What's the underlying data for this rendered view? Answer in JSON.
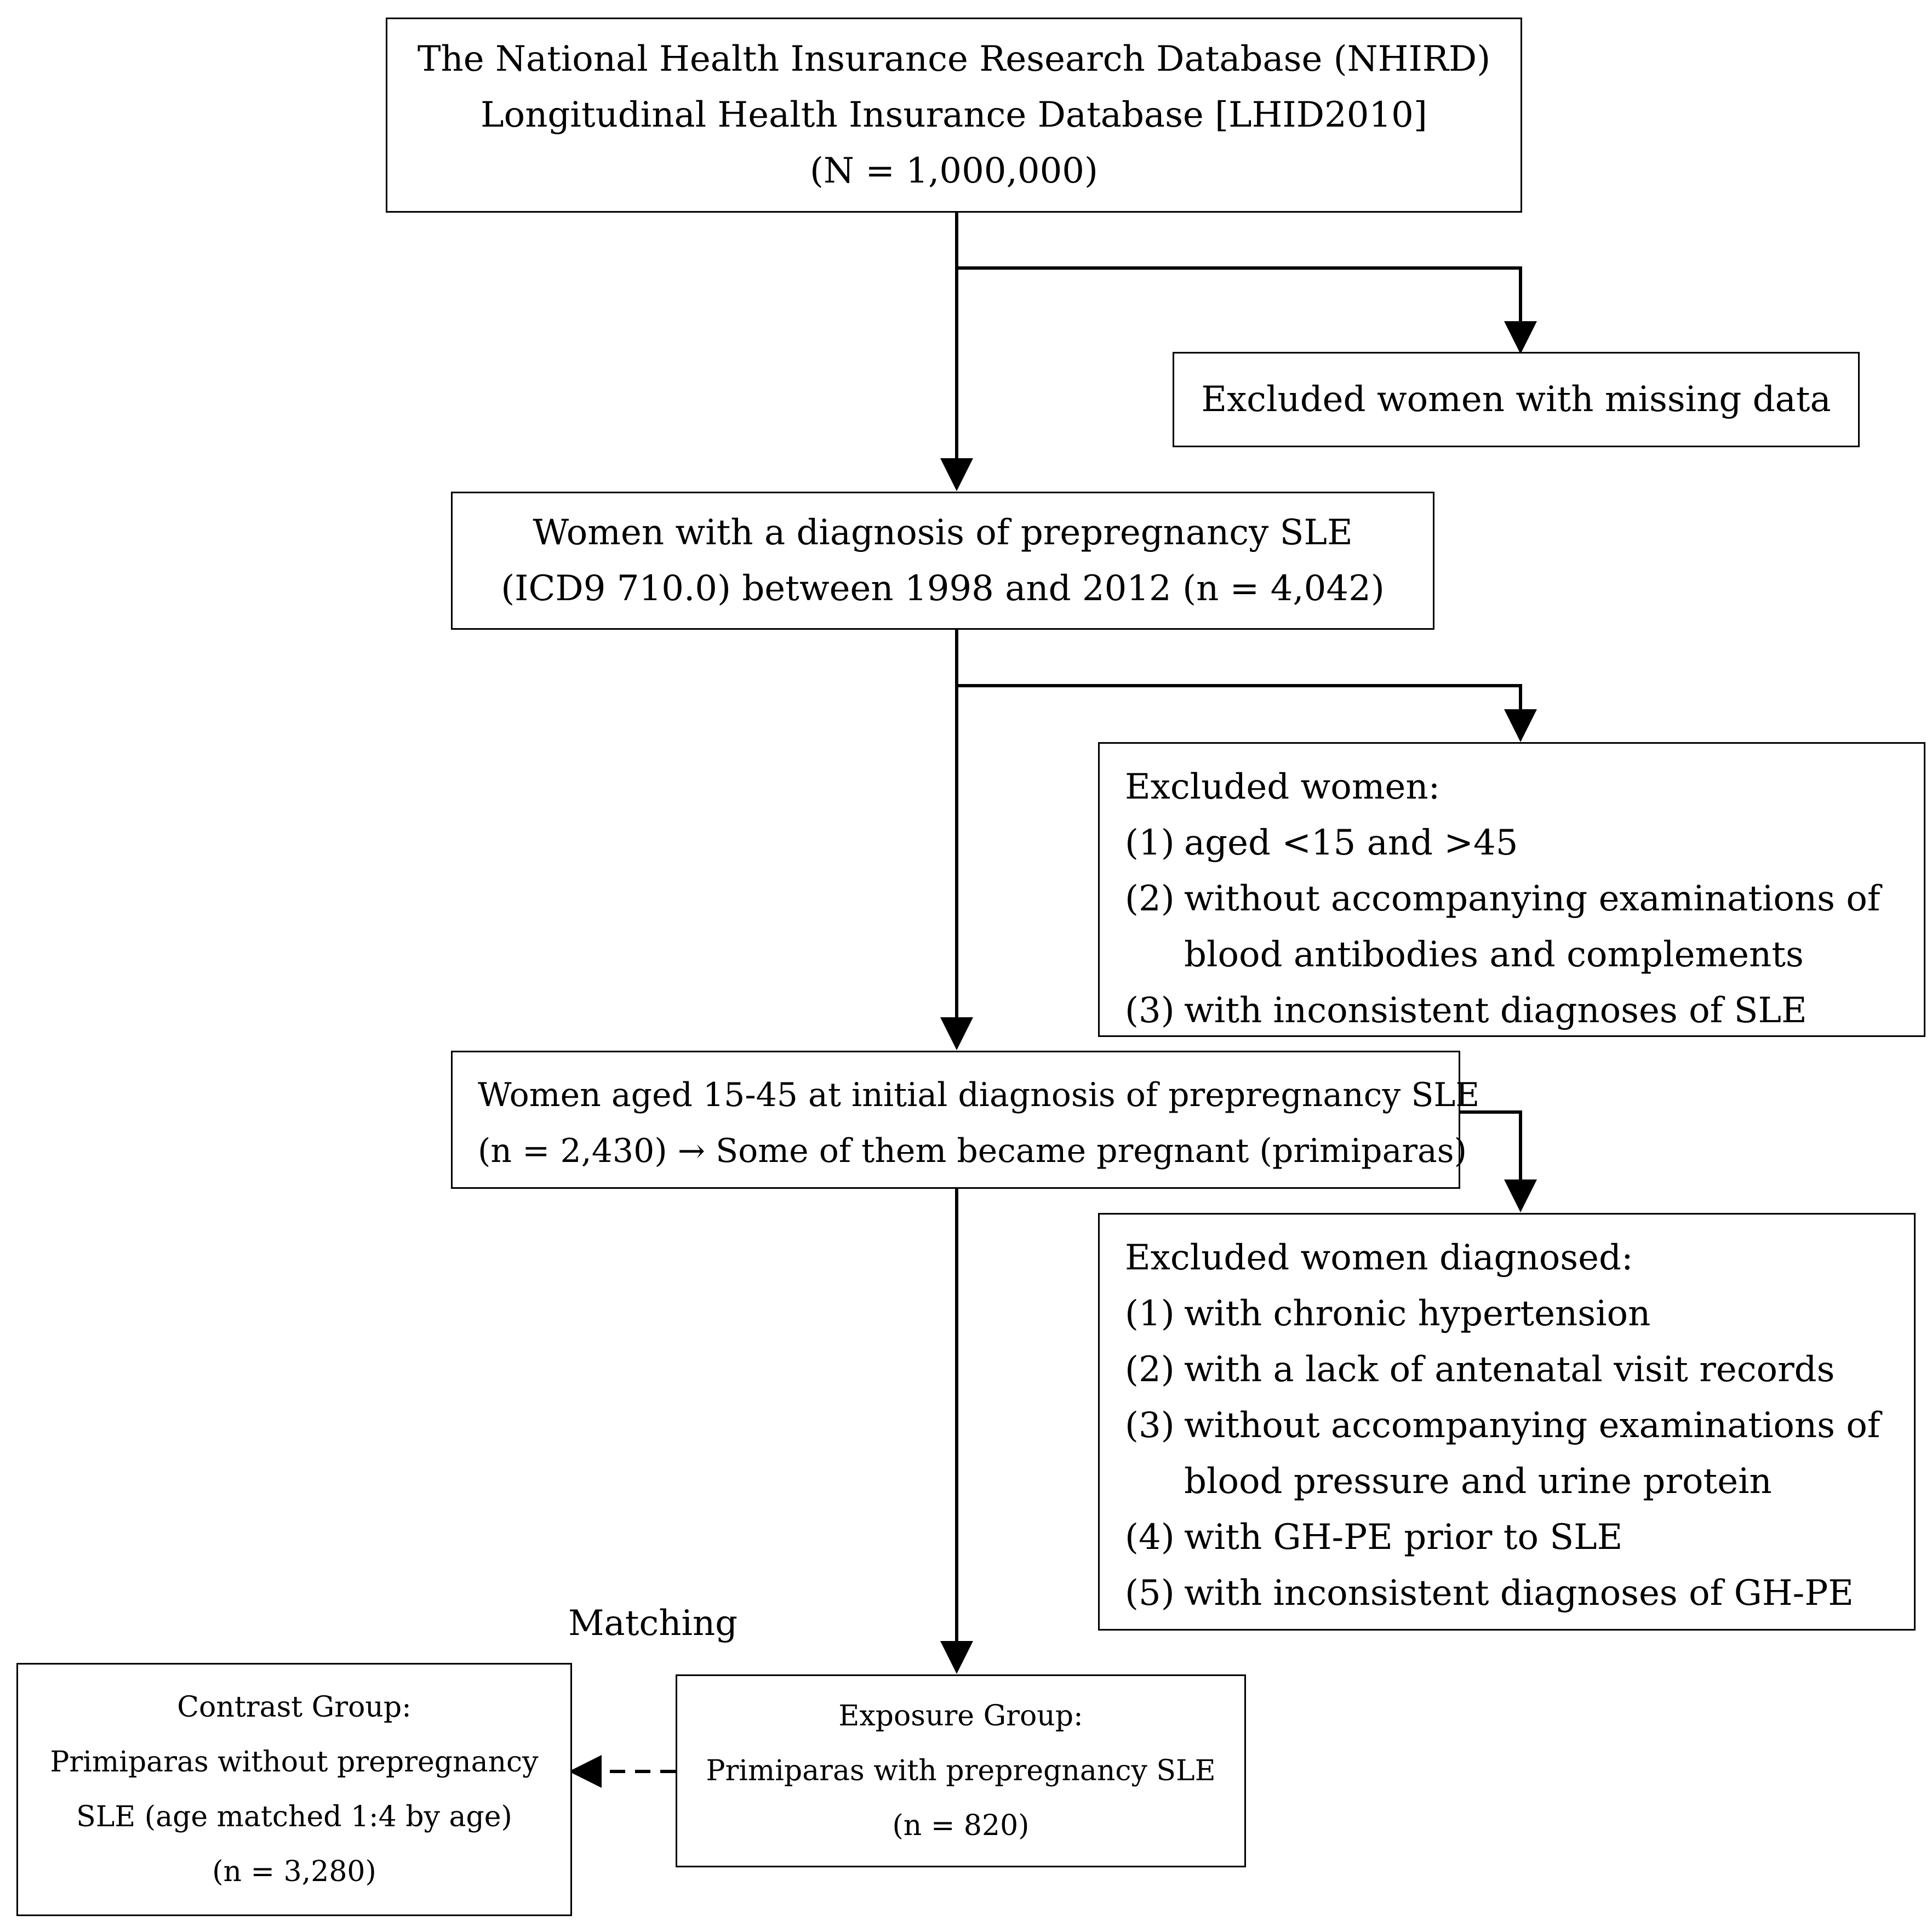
{
  "boxes": {
    "source": {
      "lines": [
        "The National Health Insurance Research Database (NHIRD)",
        "Longitudinal Health Insurance Database [LHID2010]",
        "(N = 1,000,000)"
      ]
    },
    "excluded_missing": {
      "text": "Excluded women with missing data"
    },
    "sle_diagnosis": {
      "lines": [
        "Women with a diagnosis of prepregnancy SLE",
        "(ICD9 710.0) between 1998 and 2012 (n = 4,042)"
      ]
    },
    "excluded_women": {
      "heading": "Excluded women:",
      "items": [
        {
          "num": "(1)",
          "text": "aged <15 and >45"
        },
        {
          "num": "(2)",
          "text": "without accompanying examinations of",
          "cont": "blood antibodies and complements"
        },
        {
          "num": "(3)",
          "text": "with inconsistent diagnoses of SLE"
        }
      ]
    },
    "aged_15_45": {
      "lines": [
        "Women aged 15-45 at initial diagnosis of prepregnancy SLE",
        "(n = 2,430) → Some of them became pregnant (primiparas)"
      ]
    },
    "excluded_diagnosed": {
      "heading": "Excluded women diagnosed:",
      "items": [
        {
          "num": "(1)",
          "text": "with chronic hypertension"
        },
        {
          "num": "(2)",
          "text": "with a lack of antenatal visit records"
        },
        {
          "num": "(3)",
          "text": "without accompanying examinations of",
          "cont": "blood pressure and urine protein"
        },
        {
          "num": "(4)",
          "text": "with GH-PE prior to SLE"
        },
        {
          "num": "(5)",
          "text": "with inconsistent diagnoses of GH-PE"
        }
      ]
    },
    "contrast_group": {
      "lines": [
        "Contrast Group:",
        "Primiparas without prepregnancy",
        "SLE (age matched 1:4 by age)",
        "(n = 3,280)"
      ]
    },
    "exposure_group": {
      "lines": [
        "Exposure Group:",
        "Primiparas with prepregnancy SLE",
        "(n = 820)"
      ]
    }
  },
  "matching_label": "Matching",
  "colors": {
    "stroke": "#000000",
    "background": "#ffffff"
  }
}
